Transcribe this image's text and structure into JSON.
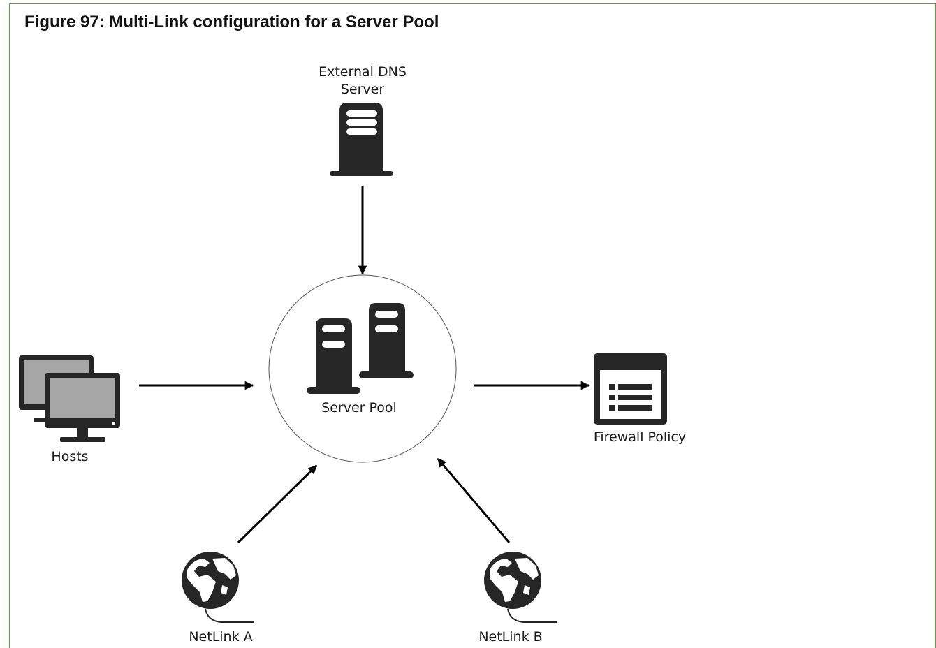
{
  "figure": {
    "title": "Figure 97: Multi-Link configuration for a Server Pool"
  },
  "nodes": {
    "external_dns": {
      "label_line1": "External DNS",
      "label_line2": "Server",
      "icon": "server-icon"
    },
    "server_pool": {
      "label": "Server Pool",
      "icon": "server-pool-icon"
    },
    "hosts": {
      "label": "Hosts",
      "icon": "desktop-monitors-icon"
    },
    "firewall_policy": {
      "label": "Firewall Policy",
      "icon": "policy-list-icon"
    },
    "netlink_a": {
      "label": "NetLink A",
      "icon": "globe-icon"
    },
    "netlink_b": {
      "label": "NetLink B",
      "icon": "globe-icon"
    }
  },
  "edges": [
    {
      "from": "external_dns",
      "to": "server_pool"
    },
    {
      "from": "hosts",
      "to": "server_pool"
    },
    {
      "from": "server_pool",
      "to": "firewall_policy"
    },
    {
      "from": "netlink_a",
      "to": "server_pool"
    },
    {
      "from": "netlink_b",
      "to": "server_pool"
    }
  ],
  "colors": {
    "frame": "#4caf2a",
    "icon": "#262626",
    "monitor_screen": "#a6a6a6",
    "arrow": "#000000"
  }
}
